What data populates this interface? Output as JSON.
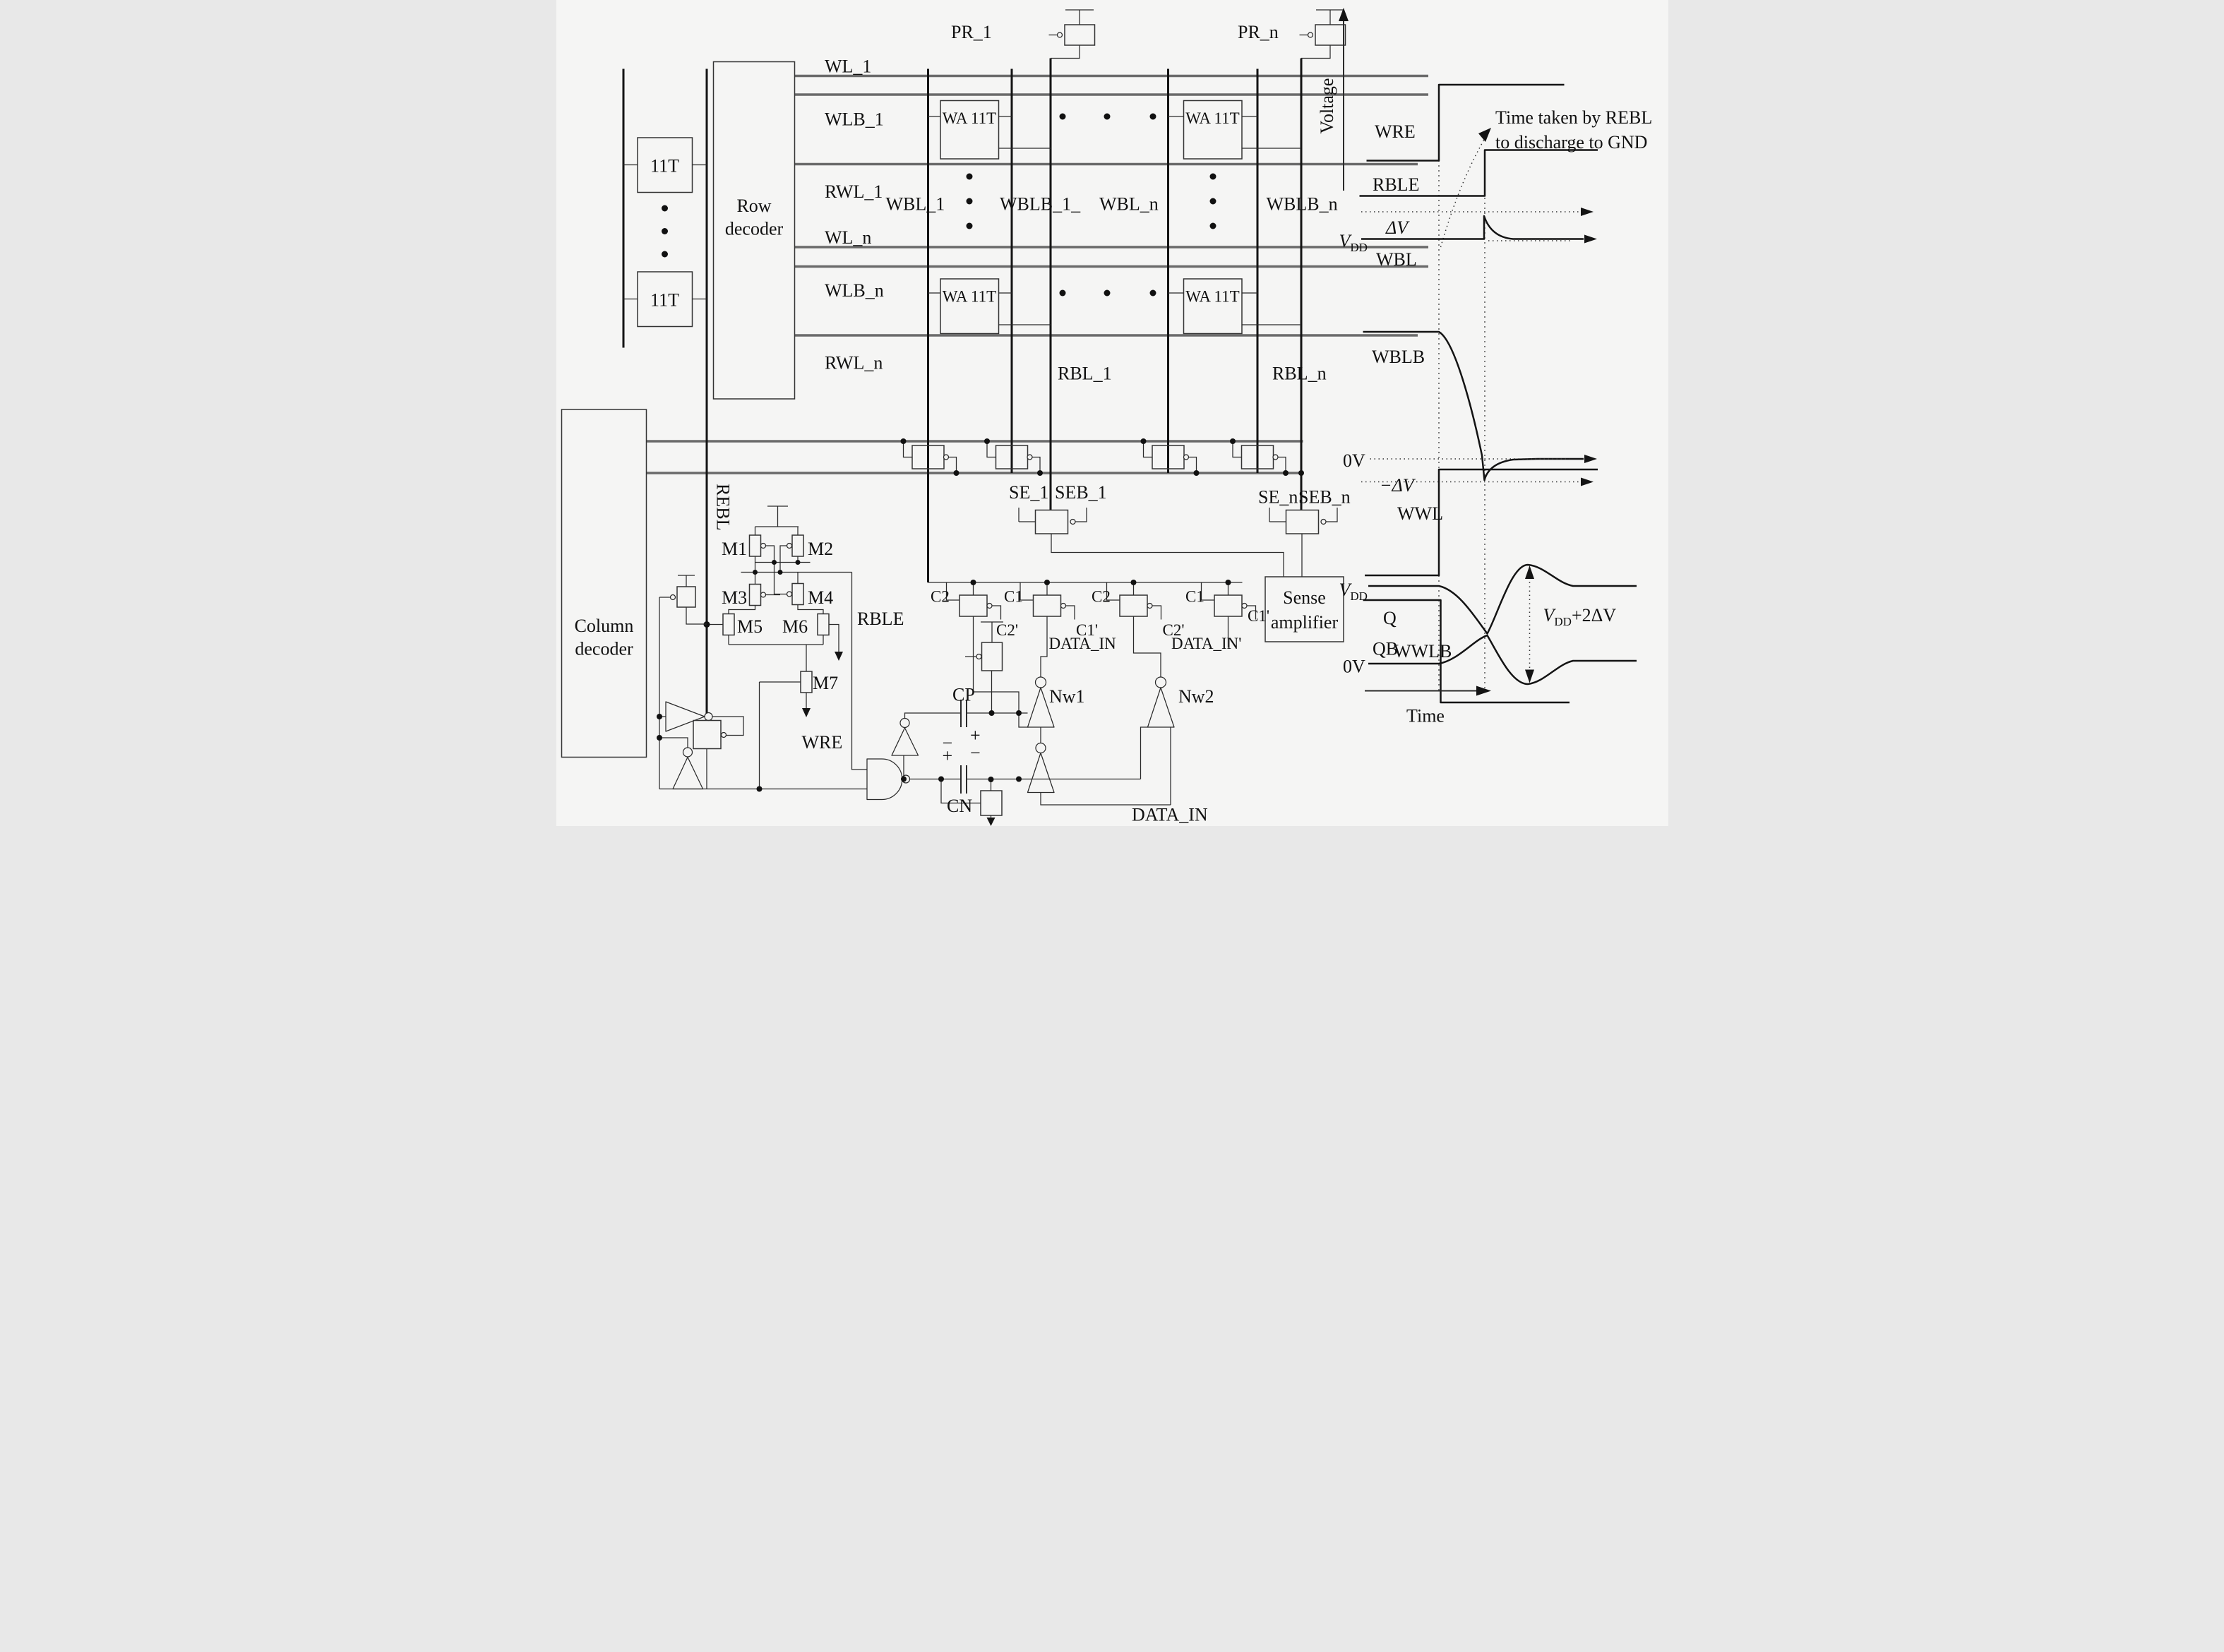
{
  "diagram_title_hint": "11T SRAM array with write-assist and read circuitry plus timing waveforms",
  "array": {
    "cell_box_1": "11T",
    "cell_box_2": "11T",
    "row_decoder_line1": "Row",
    "row_decoder_line2": "decoder",
    "column_decoder_line1": "Column",
    "column_decoder_line2": "decoder",
    "wa_cell_1": "WA 11T",
    "wa_cell_2": "WA 11T",
    "wa_cell_3": "WA 11T",
    "wa_cell_4": "WA 11T",
    "wordlines": {
      "wl1": "WL_1",
      "wlb1": "WLB_1",
      "rwl1": "RWL_1",
      "wln": "WL_n",
      "wlbn": "WLB_n",
      "rwln": "RWL_n"
    },
    "precharge": {
      "pr1": "PR_1",
      "prn": "PR_n"
    },
    "bitlines": {
      "wbl1": "WBL_1",
      "wblb1": "WBLB_1_",
      "wbln": "WBL_n",
      "wblbn": "WBLB_n",
      "rbl1": "RBL_1",
      "rbln": "RBL_n",
      "rebl": "REBL"
    }
  },
  "read_circuit": {
    "m1": "M1",
    "m2": "M2",
    "m3": "M3",
    "m4": "M4",
    "m5": "M5",
    "m6": "M6",
    "m7": "M7",
    "rble": "RBLE",
    "wre": "WRE"
  },
  "column_select": {
    "se1": "SE_1",
    "seb1": "SEB_1",
    "sen": "SE_n",
    "sebn": "SEB_n",
    "c_top_1": "C2",
    "c_top_2": "C1",
    "c_top_3": "C2",
    "c_top_4": "C1",
    "c_bot_1": "C2'",
    "c_bot_2": "C1'",
    "c_bot_3": "C2'",
    "c_bot_4": "C1'",
    "data_in_mid": "DATA_IN",
    "data_in_prime": "DATA_IN'",
    "data_in_bottom": "DATA_IN",
    "cp": "CP",
    "cn": "CN",
    "nw1": "Nw1",
    "nw2": "Nw2",
    "cp_minus": "−",
    "cp_plus": "+",
    "cn_plus": "+",
    "cn_minus": "−",
    "sense_line1": "Sense",
    "sense_line2": "amplifier"
  },
  "waveforms": {
    "y_axis": "Voltage",
    "x_axis": "Time",
    "wre": "WRE",
    "rble": "RBLE",
    "note_line1": "Time taken by REBL",
    "note_line2": "to discharge to GND",
    "delta_v": "ΔV",
    "v": "V",
    "dd": "DD",
    "wbl": "WBL",
    "wblb": "WBLB",
    "zero_v_top": "0V",
    "neg_delta_v": "−ΔV",
    "wwl": "WWL",
    "wwlb": "WWLB",
    "q": "Q",
    "qb": "QB",
    "zero_v_bottom": "0V",
    "vdd_plus": "+2ΔV"
  }
}
